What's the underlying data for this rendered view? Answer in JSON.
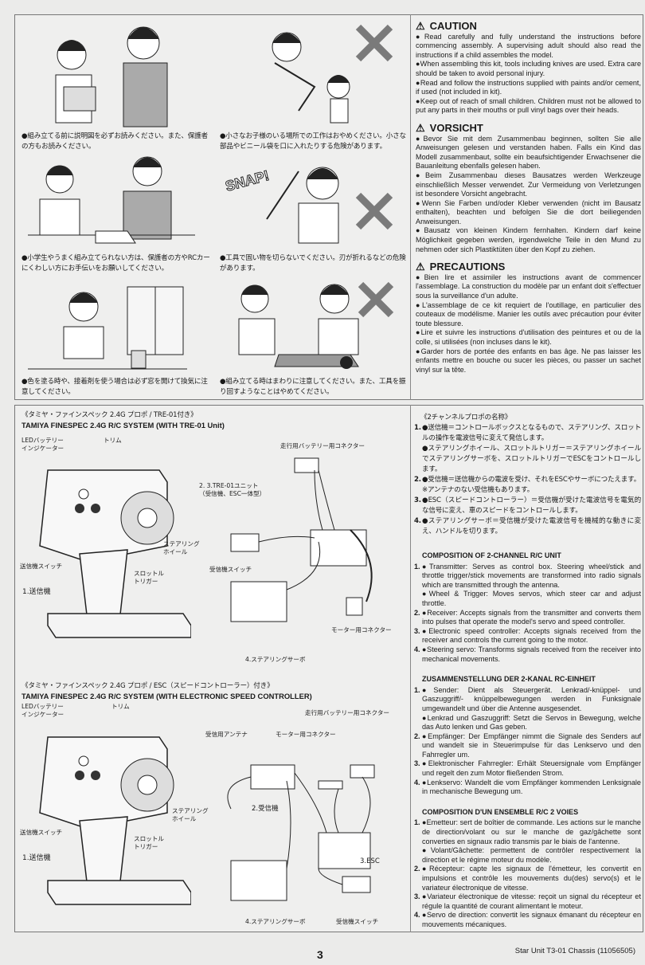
{
  "safety_captions": [
    "●組み立てる前に説明図を必ずお読みください。また、保護者の方もお読みください。",
    "●小さなお子様のいる場所での工作はおやめください。小さな部品やビニール袋を口に入れたりする危険があります。",
    "●小学生やうまく組み立てられない方は、保護者の方やRCカーにくわしい方にお手伝いをお願いしてください。",
    "●工具で固い物を切らないでください。刃が折れるなどの危険があります。",
    "●色を塗る時や、接着剤を使う場合は必ず窓を開けて換気に注意してください。",
    "●組み立てる時はまわりに注意してください。また、工具を振り回すようなことはやめてください。"
  ],
  "illustration_text": {
    "snap": "SNAP!"
  },
  "caution": {
    "title": "CAUTION",
    "items": [
      "●Read carefully and fully understand the instructions before commencing assembly. A supervising adult should also read the instructions if a child assembles the model.",
      "●When assembling this kit, tools including knives are used. Extra care should be taken to avoid personal injury.",
      "●Read and follow the instructions supplied with paints and/or cement, if used (not included in kit).",
      "●Keep out of reach of small children. Children must not be allowed to put any parts in their mouths or pull vinyl bags over their heads."
    ]
  },
  "vorsicht": {
    "title": "VORSICHT",
    "items": [
      "●Bevor Sie mit dem Zusammenbau beginnen, sollten Sie alle Anweisungen gelesen und verstanden haben. Falls ein Kind das Modell zusammenbaut, sollte ein beaufsichtigender Erwachsener die Bauanleitung ebenfalls gelesen haben.",
      "●Beim Zusammenbau dieses Bausatzes werden Werkzeuge einschließlich Messer verwendet. Zur Vermeidung von Verletzungen ist besondere Vorsicht angebracht.",
      "●Wenn Sie Farben und/oder Kleber verwenden (nicht im Bausatz enthalten), beachten und befolgen Sie die dort beiliegenden Anweisungen.",
      "●Bausatz von kleinen Kindern fernhalten. Kindern darf keine Möglichkeit gegeben werden, irgendwelche Teile in den Mund zu nehmen oder sich Plastiktüten über den Kopf zu ziehen."
    ]
  },
  "precautions": {
    "title": "PRECAUTIONS",
    "items": [
      "●Bien lire et assimiler les instructions avant de commencer l'assemblage. La construction du modèle par un enfant doit s'effectuer sous la surveillance d'un adulte.",
      "●L'assemblage de ce kit requiert de l'outillage, en particulier des couteaux de modélisme. Manier les outils avec précaution pour éviter toute blessure.",
      "●Lire et suivre les instructions d'utilisation des peintures et ou de la colle, si utilisées (non incluses dans le kit).",
      "●Garder hors de portée des enfants en bas âge. Ne pas laisser les enfants mettre en bouche ou sucer les pièces, ou passer un sachet vinyl sur la tête."
    ]
  },
  "system1": {
    "title_jp": "《タミヤ・ファインスペック 2.4G プロポ / TRE-01付き》",
    "title_en": "TAMIYA FINESPEC 2.4G R/C SYSTEM (WITH TRE-01 Unit)",
    "labels": {
      "led": "LEDバッテリー\nインジケーター",
      "trim": "トリム",
      "tx_switch": "送信機スイッチ",
      "tx": "1.送信機",
      "wheel": "ステアリング\nホイール",
      "trigger": "スロットル\nトリガー",
      "unit": "2. 3.TRE-01ユニット\n（受信機、ESC一体型）",
      "battery_conn": "走行用バッテリー用コネクター",
      "rx_switch": "受信機スイッチ",
      "motor_conn": "モーター用コネクター",
      "servo": "4.ステアリングサーボ"
    }
  },
  "system2": {
    "title_jp": "《タミヤ・ファインスペック 2.4G プロポ / ESC（スピードコントローラー）付き》",
    "title_en": "TAMIYA FINESPEC 2.4G R/C SYSTEM (WITH ELECTRONIC SPEED CONTROLLER)",
    "labels": {
      "led": "LEDバッテリー\nインジケーター",
      "trim": "トリム",
      "tx_switch": "送信機スイッチ",
      "tx": "1.送信機",
      "wheel": "ステアリング\nホイール",
      "trigger": "スロットル\nトリガー",
      "antenna": "受信用アンテナ",
      "motor_conn": "モーター用コネクター",
      "battery_conn": "走行用バッテリー用コネクター",
      "rx": "2.受信機",
      "esc": "3.ESC",
      "servo": "4.ステアリングサーボ",
      "rx_switch": "受信機スイッチ"
    }
  },
  "names_jp": {
    "title": "《2チャンネルプロポの名称》",
    "items": [
      {
        "n": "1.",
        "t": "●送信機＝コントロールボックスとなるもので、ステアリング、スロットルの操作を電波信号に変えて発信します。"
      },
      {
        "n": "",
        "t": "●ステアリングホイール、スロットルトリガー＝ステアリングホイールでステアリングサーボを、スロットルトリガーでESCをコントロールします。"
      },
      {
        "n": "2.",
        "t": "●受信機＝送信機からの電波を受け、それをESCやサーボにつたえます。"
      },
      {
        "n": "",
        "t": "※アンテナのない受信機もあります。"
      },
      {
        "n": "3.",
        "t": "●ESC（スピードコントローラー）＝受信機が受けた電波信号を電気的な信号に変え、車のスピードをコントロールします。"
      },
      {
        "n": "4.",
        "t": "●ステアリングサーボ＝受信機が受けた電波信号を機械的な動きに変え、ハンドルを切ります。"
      }
    ]
  },
  "composition_en": {
    "title": "COMPOSITION OF 2-CHANNEL R/C UNIT",
    "items": [
      {
        "n": "1.",
        "t": "●Transmitter: Serves as control box. Steering wheel/stick and throttle trigger/stick movements are transformed into radio signals which are transmitted through the antenna."
      },
      {
        "n": "",
        "t": "●Wheel & Trigger: Moves servos, which steer car and adjust throttle."
      },
      {
        "n": "2.",
        "t": "●Receiver: Accepts signals from the transmitter and converts them into pulses that operate the model's servo and speed controller."
      },
      {
        "n": "3.",
        "t": "●Electronic speed controller: Accepts signals received from the receiver and controls the current going to the motor."
      },
      {
        "n": "4.",
        "t": "●Steering servo: Transforms signals received from the receiver into mechanical movements."
      }
    ]
  },
  "composition_de": {
    "title": "ZUSAMMENSTELLUNG DER 2-KANAL RC-EINHEIT",
    "items": [
      {
        "n": "1.",
        "t": "●Sender: Dient als Steuergerät. Lenkrad/-knüppel- und Gaszuggriff/- knüppelbewegungen werden in Funksignale umgewandelt und über die Antenne ausgesendet."
      },
      {
        "n": "",
        "t": "●Lenkrad und Gaszuggriff: Setzt die Servos in Bewegung, welche das Auto lenken und Gas geben."
      },
      {
        "n": "2.",
        "t": "●Empfänger: Der Empfänger nimmt die Signale des Senders auf und wandelt sie in Steuerimpulse für das Lenkservo und den Fahrregler um."
      },
      {
        "n": "3.",
        "t": "●Elektronischer Fahrregler: Erhält Steuersignale vom Empfänger und regelt den zum Motor fließenden Strom."
      },
      {
        "n": "4.",
        "t": "●Lenkservo: Wandelt die vom Empfänger kommenden Lenksignale in mechanische Bewegung um."
      }
    ]
  },
  "composition_fr": {
    "title": "COMPOSITION D'UN ENSEMBLE R/C 2 VOIES",
    "items": [
      {
        "n": "1.",
        "t": "●Emetteur: sert de boîtier de commande. Les actions sur le manche de direction/volant ou sur le manche de gaz/gâchette sont converties en signaux radio transmis par le biais de l'antenne."
      },
      {
        "n": "",
        "t": "●Volant/Gâchette: permettent de contrôler respectivement la direction et le régime moteur du modèle."
      },
      {
        "n": "2.",
        "t": "●Récepteur: capte les signaux de l'émetteur, les convertit en impulsions et contrôle les mouvements du(des) servo(s) et le variateur électronique de vitesse."
      },
      {
        "n": "3.",
        "t": "●Variateur électronique de vitesse: reçoit un signal du récepteur et régule la quantité de courant alimentant le moteur."
      },
      {
        "n": "4.",
        "t": "●Servo de direction: convertit les signaux émanant du récepteur en mouvements mécaniques."
      }
    ]
  },
  "footer": {
    "page": "3",
    "doc": "Star Unit T3-01 Chassis (11056505)"
  },
  "colors": {
    "page": "#ebebea",
    "ink": "#1a1a1a",
    "x_mark": "#7a7a7a"
  }
}
